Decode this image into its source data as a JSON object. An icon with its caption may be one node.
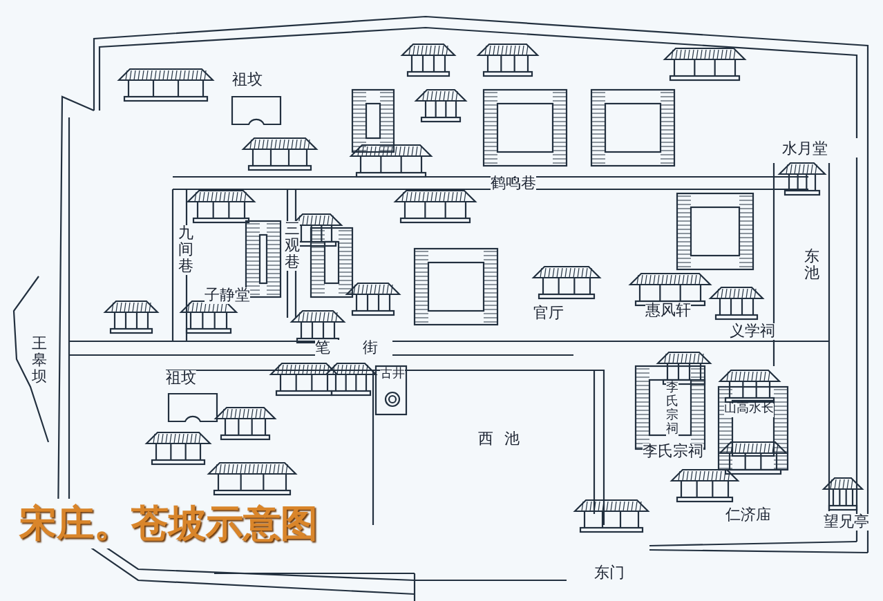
{
  "diagram": {
    "title": "宋庄。苍坡示意图",
    "labels": [
      "祖坟",
      "水月堂",
      "鹤鸣巷",
      "九间巷",
      "三观巷",
      "东池",
      "子静堂",
      "官厅",
      "惠风轩",
      "义学祠",
      "笔 街",
      "古井",
      "祖坟",
      "李氏宗祠",
      "山高水长",
      "西池",
      "李氏宗祠",
      "王皋坝",
      "仁济庙",
      "望兄亭",
      "东门"
    ]
  }
}
